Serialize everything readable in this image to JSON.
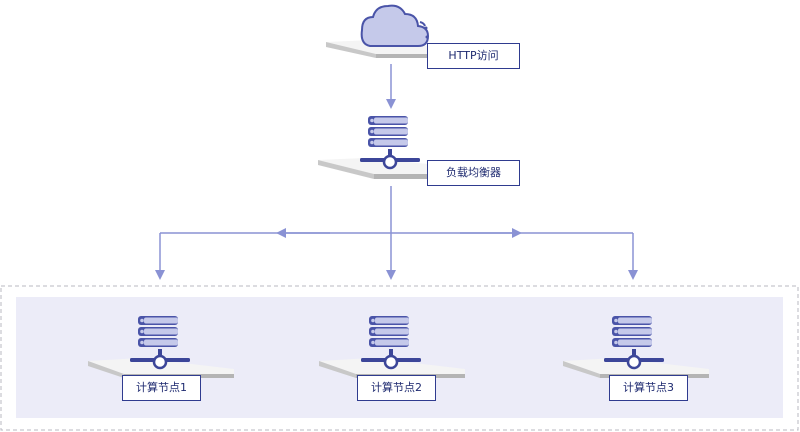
{
  "entry": {
    "label": "HTTP访问",
    "icon": "cloud-icon"
  },
  "balancer": {
    "label": "负载均衡器",
    "icon": "server-icon"
  },
  "nodes": [
    {
      "label": "计算节点1",
      "icon": "server-icon"
    },
    {
      "label": "计算节点2",
      "icon": "server-icon"
    },
    {
      "label": "计算节点3",
      "icon": "server-icon"
    }
  ],
  "colors": {
    "arrow": "#8a92d4",
    "icon_fill": "#c5c9ea",
    "icon_stroke": "#4a54a8",
    "icon_dark": "#3c4699",
    "platform_top": "#f4f4f4",
    "platform_side": "#c8c8c8",
    "cluster_bg": "#ececf8",
    "cluster_border": "#b8b8c0"
  }
}
